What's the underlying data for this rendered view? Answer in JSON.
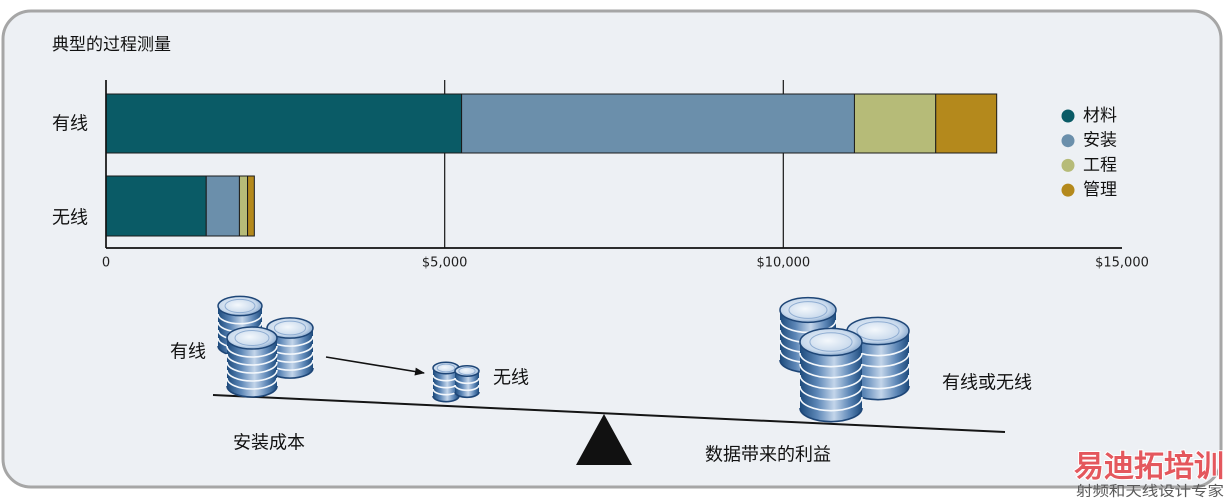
{
  "chart_data": {
    "type": "bar",
    "orientation": "horizontal",
    "stacked": true,
    "title": "典型的过程测量",
    "categories": [
      "有线",
      "无线"
    ],
    "series": [
      {
        "name": "材料",
        "color": "#0a5b66",
        "values": [
          5250,
          1480
        ]
      },
      {
        "name": "安装",
        "color": "#6b8fab",
        "values": [
          5800,
          490
        ]
      },
      {
        "name": "工程",
        "color": "#b6bb78",
        "values": [
          1200,
          120
        ]
      },
      {
        "name": "管理",
        "color": "#b4891c",
        "values": [
          900,
          100
        ]
      }
    ],
    "xlim": [
      0,
      15000
    ],
    "xticks": [
      0,
      5000,
      10000,
      15000
    ],
    "xtick_labels": [
      "0",
      "$5,000",
      "$10,000",
      "$15,000"
    ],
    "grid": true,
    "legend": "right"
  },
  "diagram": {
    "wired_label": "有线",
    "wireless_label": "无线",
    "either_label": "有线或无线",
    "cost_label": "安装成本",
    "benefit_label": "数据带来的利益",
    "icons": [
      "coin-stack-icon",
      "arrow-icon",
      "fulcrum-icon"
    ]
  },
  "watermark": {
    "brand": "易迪拓培训",
    "slogan": "射频和天线设计专家"
  },
  "colors": {
    "panel_background": "#edf0f4",
    "panel_border": "#a6a6a6"
  }
}
